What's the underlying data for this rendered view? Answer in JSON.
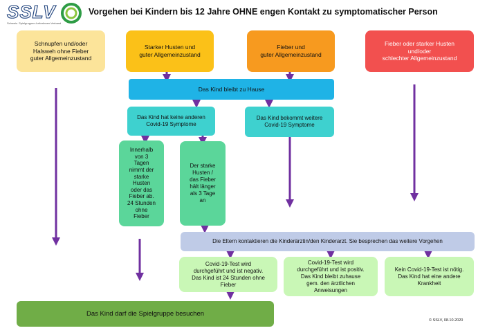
{
  "header": {
    "logo_text": "SSLV",
    "logo_subtitle": "Schweiz. Spielgruppen-LeiterInnen-Verband",
    "title": "Vorgehen bei Kindern bis 12 Jahre OHNE engen Kontakt zu symptomatischer Person"
  },
  "start": {
    "schnupfen": "Schnupfen und/oder\nHalsweh ohne Fieber\nguter Allgemeinzustand",
    "husten": "Starker Husten und\nguter Allgemeinzustand",
    "fieber": "Fieber und\nguter Allgemeinzustand",
    "schlecht": "Fieber oder starker Husten\nund/oder\nschlechter Allgemeinzustand"
  },
  "flow": {
    "zu_hause": "Das Kind bleibt zu Hause",
    "keine_symptome": "Das Kind hat keine anderen\nCovid-19 Symptome",
    "weitere_symptome": "Das Kind bekommt weitere\nCovid-19 Symptome",
    "innerhalb_3_tagen": "Innerhalb\nvon 3\nTagen\nnimmt der\nstarke\nHusten\noder das\nFieber ab.\n24 Stunden\nohne\nFieber",
    "laenger_3_tage": "Der starke\nHusten /\ndas Fieber\nhält länger\nals 3 Tage\nan",
    "kinderarzt": "Die Eltern kontaktieren die Kinderärztin/den Kinderarzt. Sie besprechen das weitere Vorgehen",
    "test_negativ": "Covid-19-Test wird\ndurchgeführt und ist negativ.\nDas Kind ist 24 Stunden ohne\nFieber",
    "test_positiv": "Covid-19-Test wird\ndurchgeführt und ist positiv.\nDas Kind bleibt zuhause\ngem. den ärztlichen\nAnweisungen",
    "kein_test": "Kein Covid-19-Test ist nötig.\nDas Kind hat eine andere\nKrankheit",
    "spielgruppe": "Das Kind darf die Spielgruppe besuchen"
  },
  "footer": {
    "copyright": "© SSLV, 08.10.2020"
  },
  "colors": {
    "light_yellow": "#fce49a",
    "yellow": "#fbc118",
    "orange": "#f79a1f",
    "red": "#f2504f",
    "blue": "#1fb3e6",
    "teal": "#3ed1cf",
    "green": "#5bd69a",
    "lavender": "#bfcbe7",
    "light_green": "#c9f7b6",
    "dark_green": "#70ad47",
    "arrow": "#7030a0"
  }
}
